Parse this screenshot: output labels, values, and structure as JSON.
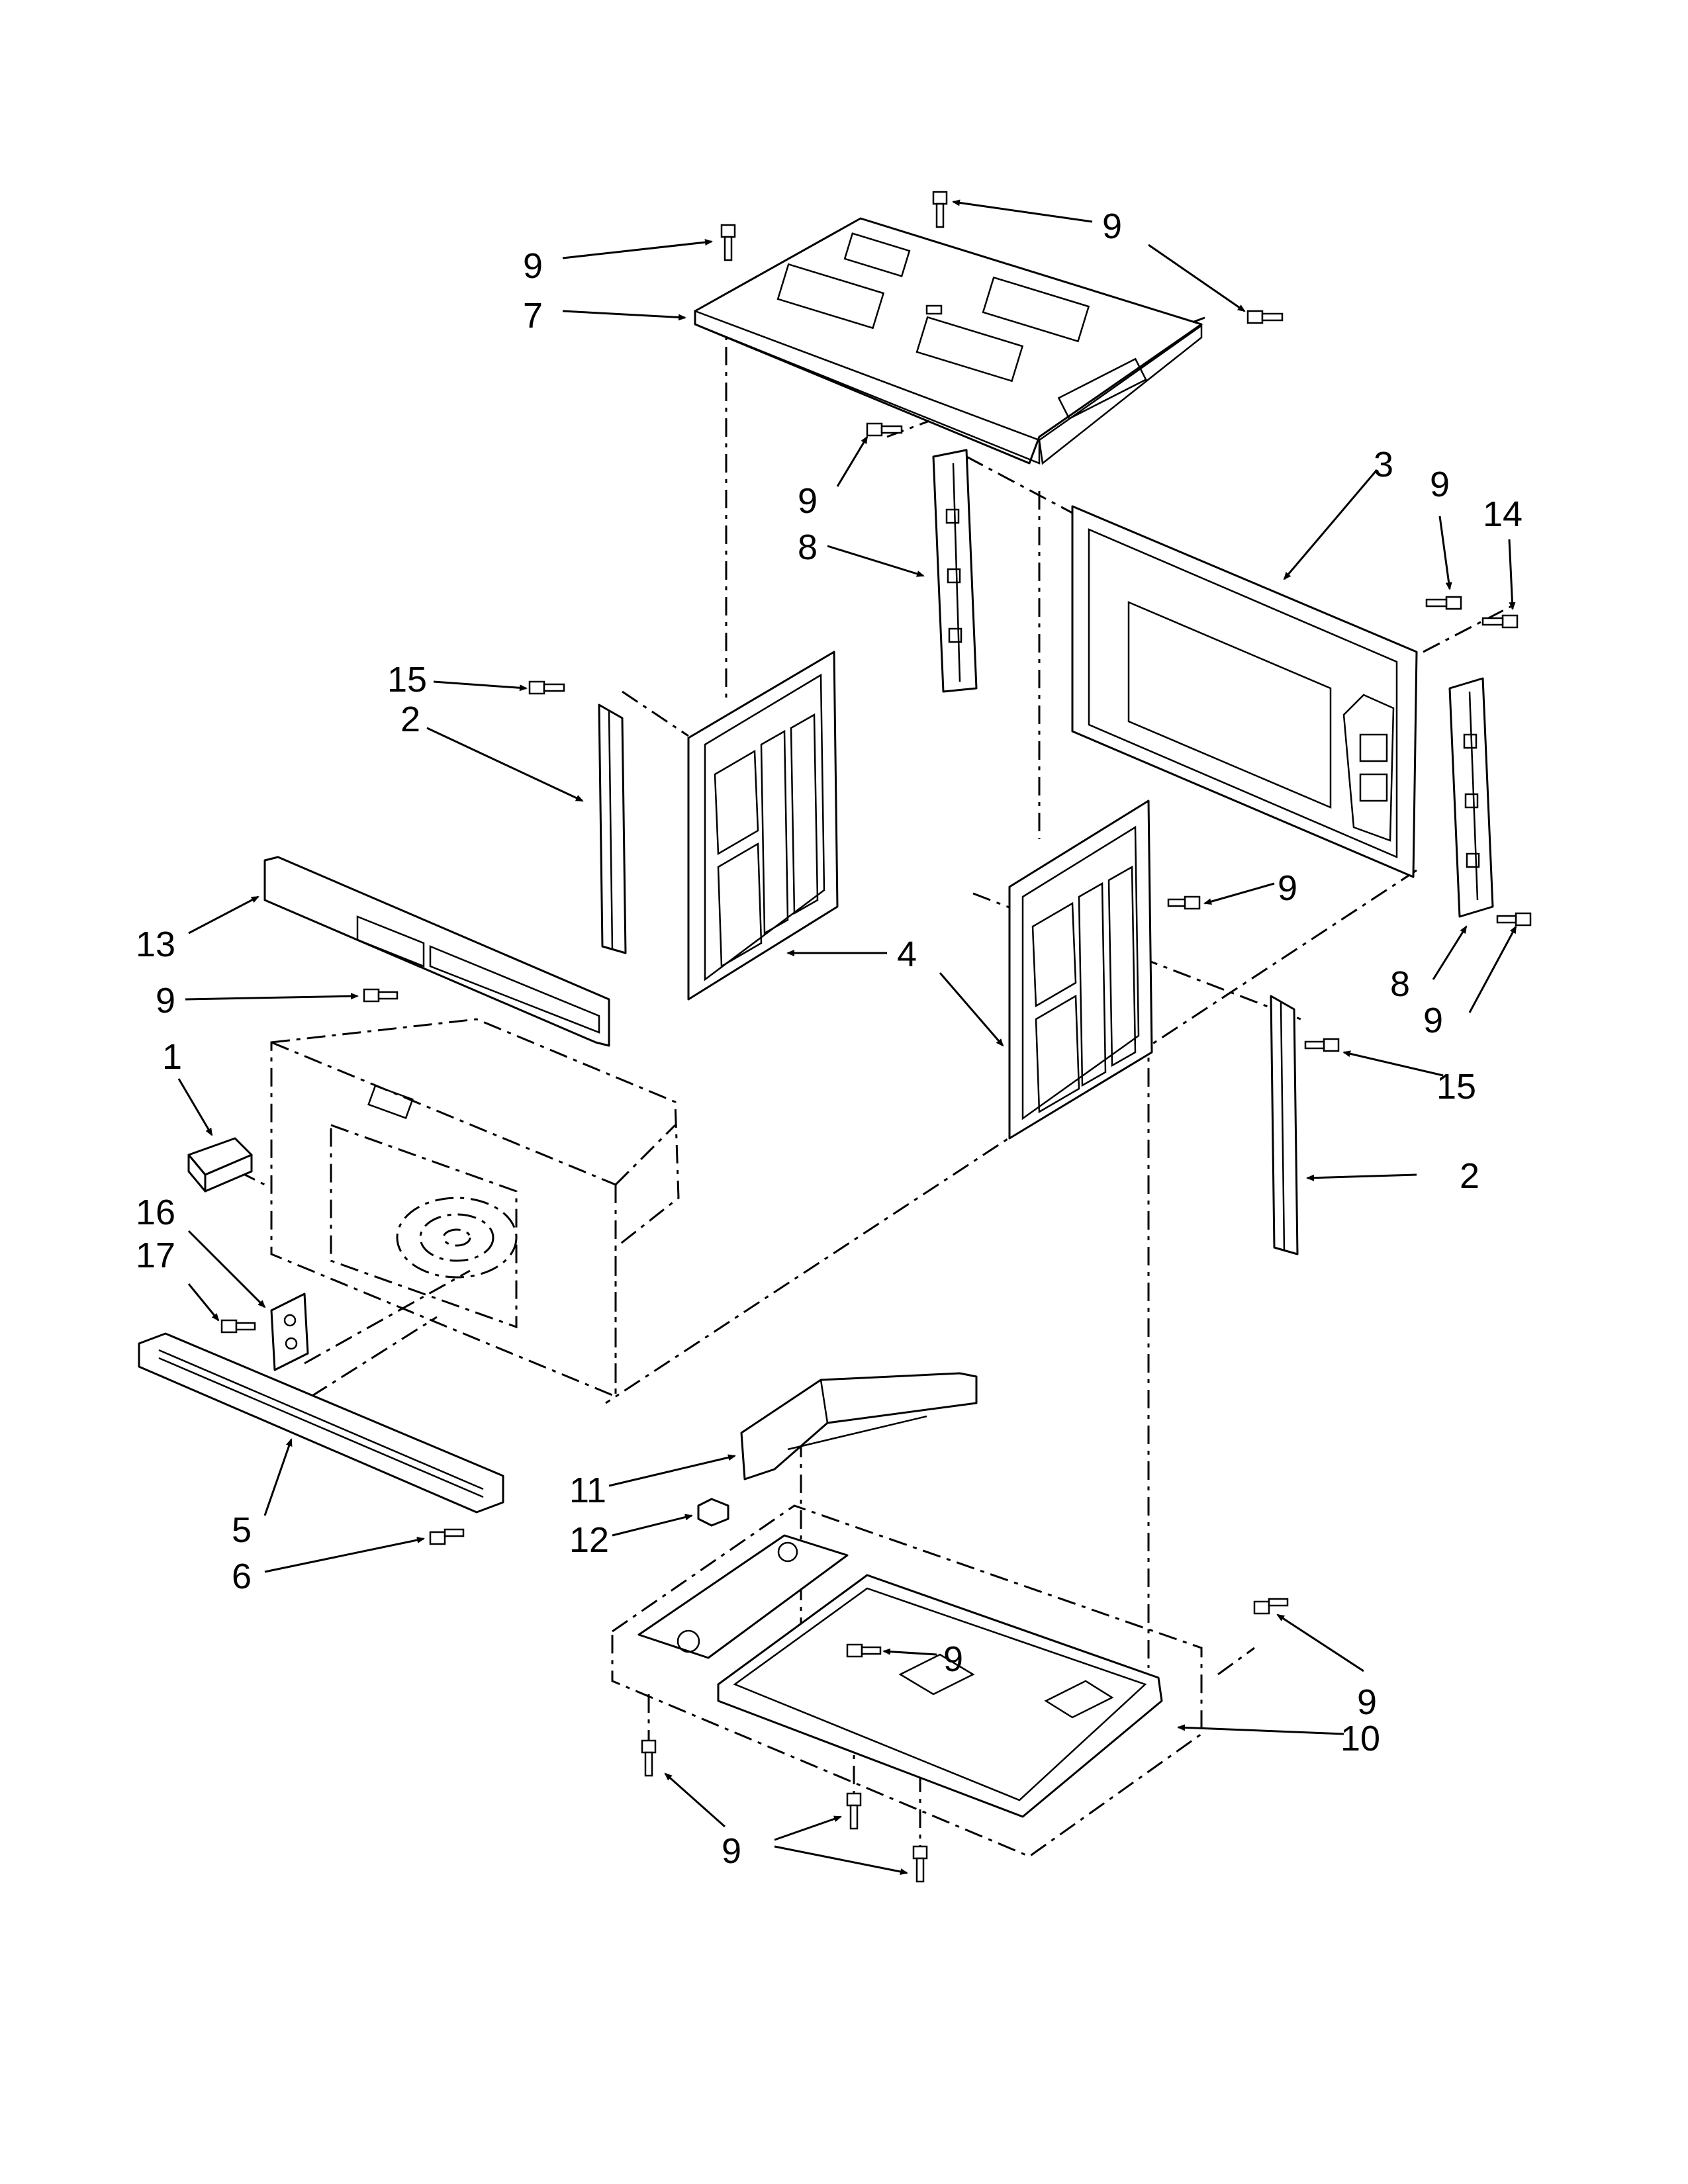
{
  "callouts": {
    "c1": "1",
    "c2a": "2",
    "c2b": "2",
    "c3": "3",
    "c4": "4",
    "c5": "5",
    "c6": "6",
    "c7": "7",
    "c8a": "8",
    "c8b": "8",
    "c9_top_left": "9",
    "c9_top_right": "9",
    "c9_upper_mid": "9",
    "c9_right_a": "9",
    "c9_side_panel": "9",
    "c9_right_b": "9",
    "c9_left": "9",
    "c9_base_center": "9",
    "c9_base_right": "9",
    "c9_bottom": "9",
    "c10": "10",
    "c11": "11",
    "c12": "12",
    "c13": "13",
    "c14": "14",
    "c15a": "15",
    "c15b": "15",
    "c16": "16",
    "c17": "17"
  },
  "colors": {
    "ink": "#000000",
    "paper": "#ffffff"
  }
}
